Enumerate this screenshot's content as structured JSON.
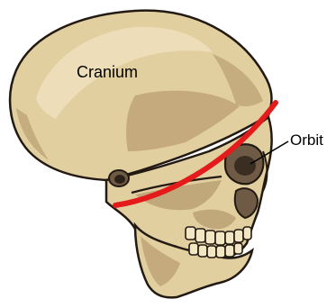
{
  "labels": {
    "cranium": "Cranium",
    "orbit": "Orbit"
  },
  "colors": {
    "bone": "#e2cfa0",
    "bone_light": "#efe1bd",
    "bone_shadow": "#b99e72",
    "bone_dark": "#6f5b45",
    "outline": "#221a12",
    "tooth": "#f3e7c3",
    "divider_line": "#e31b1b",
    "pointer": "#000000",
    "background": "#ffffff"
  },
  "diagram": {
    "subject": "skull-lateral-view",
    "divider": "cranium-face-boundary"
  }
}
